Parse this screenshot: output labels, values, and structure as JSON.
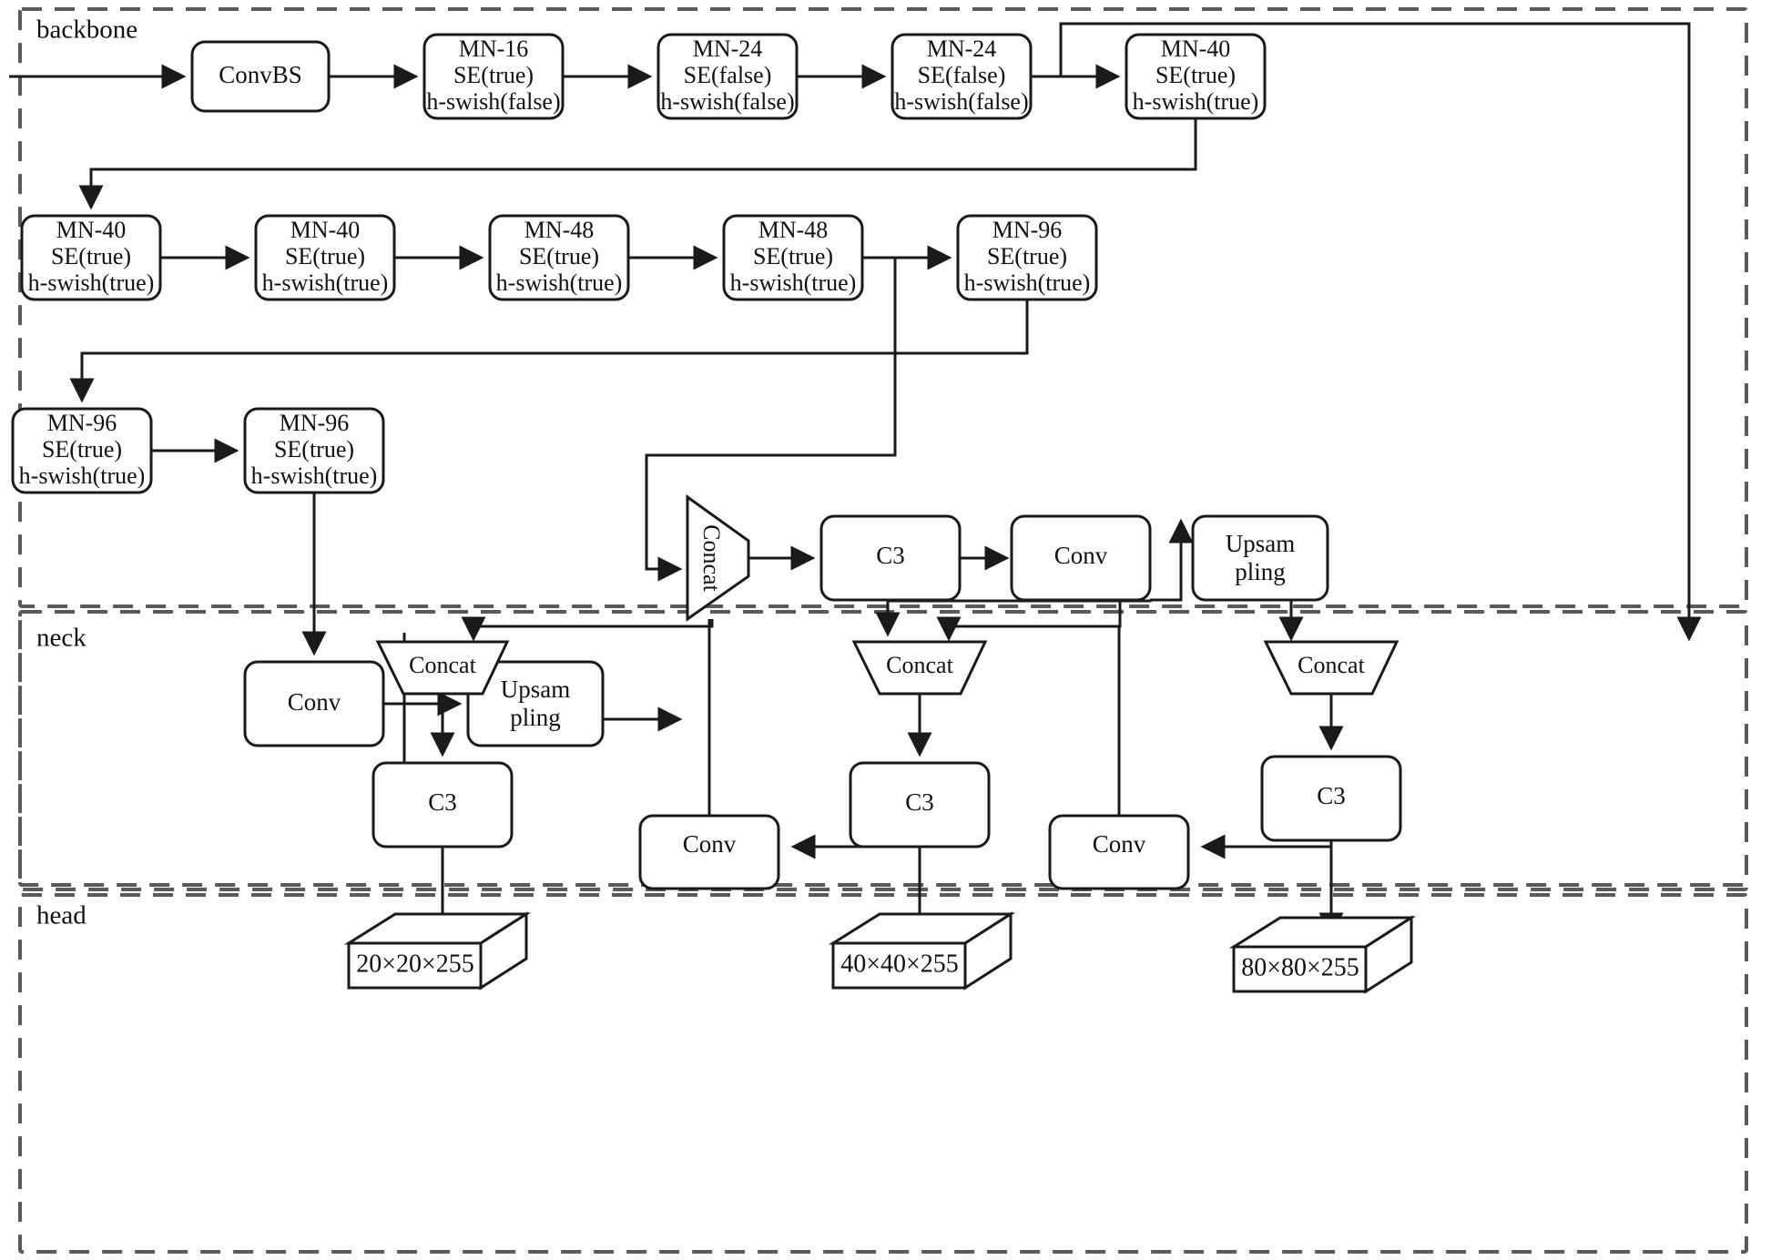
{
  "diagram": {
    "title": "Network architecture: backbone / neck / head",
    "groups": [
      {
        "id": "backbone",
        "label": "backbone"
      },
      {
        "id": "neck",
        "label": "neck"
      },
      {
        "id": "head",
        "label": "head"
      }
    ],
    "backbone": {
      "row1": [
        {
          "id": "convbs",
          "lines": [
            "ConvBS"
          ]
        },
        {
          "id": "mn16",
          "lines": [
            "MN-16",
            "SE(true)",
            "h-swish(false)"
          ]
        },
        {
          "id": "mn24a",
          "lines": [
            "MN-24",
            "SE(false)",
            "h-swish(false)"
          ]
        },
        {
          "id": "mn24b",
          "lines": [
            "MN-24",
            "SE(false)",
            "h-swish(false)"
          ]
        },
        {
          "id": "mn40a",
          "lines": [
            "MN-40",
            "SE(true)",
            "h-swish(true)"
          ]
        }
      ],
      "row2": [
        {
          "id": "mn40b",
          "lines": [
            "MN-40",
            "SE(true)",
            "h-swish(true)"
          ]
        },
        {
          "id": "mn40c",
          "lines": [
            "MN-40",
            "SE(true)",
            "h-swish(true)"
          ]
        },
        {
          "id": "mn48a",
          "lines": [
            "MN-48",
            "SE(true)",
            "h-swish(true)"
          ]
        },
        {
          "id": "mn48b",
          "lines": [
            "MN-48",
            "SE(true)",
            "h-swish(true)"
          ]
        },
        {
          "id": "mn96a",
          "lines": [
            "MN-96",
            "SE(true)",
            "h-swish(true)"
          ]
        }
      ],
      "row3": [
        {
          "id": "mn96b",
          "lines": [
            "MN-96",
            "SE(true)",
            "h-swish(true)"
          ]
        },
        {
          "id": "mn96c",
          "lines": [
            "MN-96",
            "SE(true)",
            "h-swish(true)"
          ]
        }
      ]
    },
    "neck": {
      "nodes": [
        {
          "id": "conv1",
          "lines": [
            "Conv"
          ]
        },
        {
          "id": "ups1",
          "lines": [
            "Upsam",
            "pling"
          ]
        },
        {
          "id": "concat_v1",
          "lines": [
            "Concat"
          ],
          "shape": "trapezoid-right"
        },
        {
          "id": "c3_top",
          "lines": [
            "C3"
          ]
        },
        {
          "id": "conv2",
          "lines": [
            "Conv"
          ]
        },
        {
          "id": "ups2",
          "lines": [
            "Upsam",
            "pling"
          ]
        },
        {
          "id": "concat_d1",
          "lines": [
            "Concat"
          ],
          "shape": "trapezoid-down"
        },
        {
          "id": "concat_d2",
          "lines": [
            "Concat"
          ],
          "shape": "trapezoid-down"
        },
        {
          "id": "concat_d3",
          "lines": [
            "Concat"
          ],
          "shape": "trapezoid-down"
        },
        {
          "id": "c3_left",
          "lines": [
            "C3"
          ]
        },
        {
          "id": "c3_mid",
          "lines": [
            "C3"
          ]
        },
        {
          "id": "c3_right",
          "lines": [
            "C3"
          ]
        },
        {
          "id": "conv3",
          "lines": [
            "Conv"
          ]
        },
        {
          "id": "conv4",
          "lines": [
            "Conv"
          ]
        }
      ]
    },
    "head": {
      "outputs": [
        {
          "id": "out20",
          "label": "20×20×255"
        },
        {
          "id": "out40",
          "label": "40×40×255"
        },
        {
          "id": "out80",
          "label": "80×80×255"
        }
      ]
    },
    "colors": {
      "stroke": "#1a1a1a",
      "group_stroke": "#5a5a5a",
      "background": "#ffffff"
    }
  }
}
